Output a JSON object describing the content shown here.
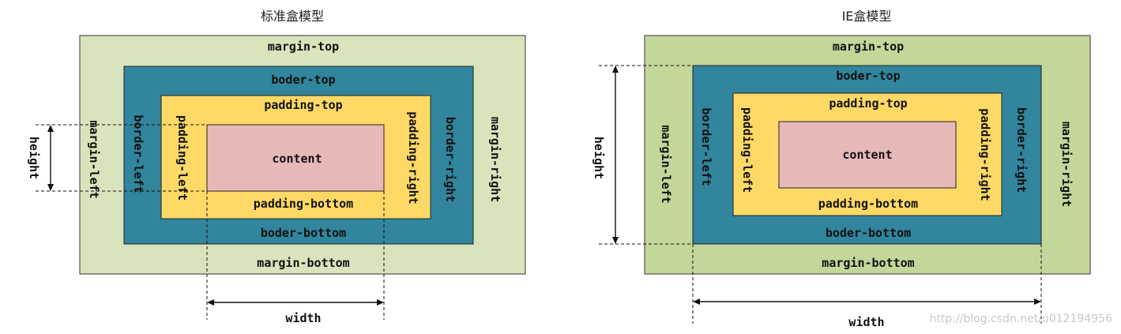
{
  "standard": {
    "title": "标准盒模型",
    "margin_top": "margin-top",
    "margin_bottom": "margin-bottom",
    "margin_left": "margin-left",
    "margin_right": "margin-right",
    "border_top": "boder-top",
    "border_bottom": "boder-bottom",
    "border_left": "border-left",
    "border_right": "border-right",
    "padding_top": "padding-top",
    "padding_bottom": "padding-bottom",
    "padding_left": "padding-left",
    "padding_right": "padding-right",
    "content": "content",
    "height": "height",
    "width": "width"
  },
  "ie": {
    "title": "IE盒模型",
    "margin_top": "margin-top",
    "margin_bottom": "margin-bottom",
    "margin_left": "margin-left",
    "margin_right": "margin-right",
    "border_top": "boder-top",
    "border_bottom": "boder-bottom",
    "border_left": "border-left",
    "border_right": "border-right",
    "padding_top": "padding-top",
    "padding_bottom": "padding-bottom",
    "padding_left": "padding-left",
    "padding_right": "padding-right",
    "content": "content",
    "height": "height",
    "width": "width"
  },
  "watermark": "http://blog.csdn.net/u012194956",
  "colors": {
    "margin_standard": "#d8e4bc",
    "margin_ie": "#c4d79b",
    "border": "#31859c",
    "padding": "#ffd966",
    "content": "#e6b9b8"
  }
}
